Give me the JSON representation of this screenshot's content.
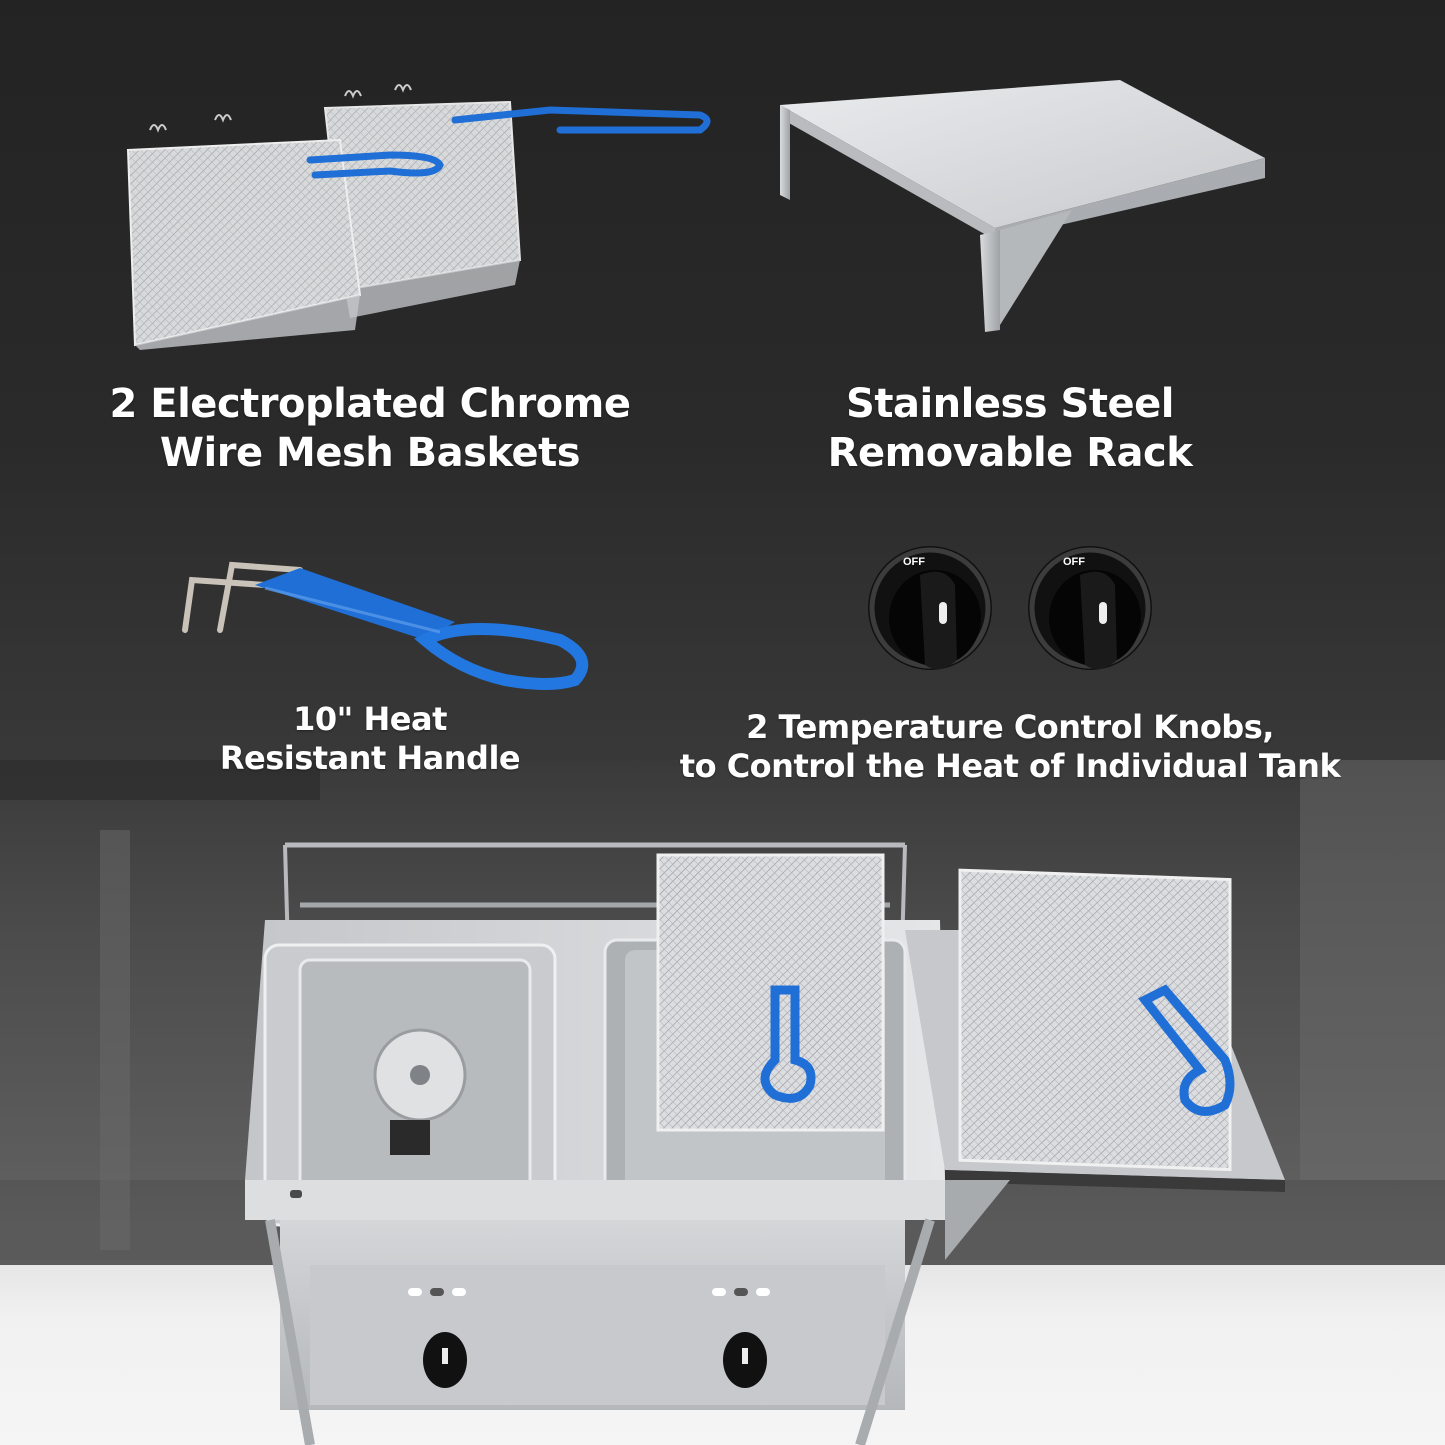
{
  "features": [
    {
      "id": "baskets",
      "caption_lines": [
        "2 Electroplated Chrome",
        "Wire Mesh Baskets"
      ],
      "icon": "wire-mesh-basket-icon"
    },
    {
      "id": "rack",
      "caption_lines": [
        "Stainless Steel",
        "Removable Rack"
      ],
      "icon": "stainless-rack-icon"
    },
    {
      "id": "handle",
      "caption_lines": [
        "10\" Heat",
        "Resistant Handle"
      ],
      "icon": "blue-handle-icon"
    },
    {
      "id": "knobs",
      "caption_lines": [
        "2 Temperature Control Knobs,",
        "to Control the Heat of Individual Tank"
      ],
      "icon": "control-knob-icon",
      "knob_label": "OFF",
      "knob_count": 2
    }
  ],
  "product": {
    "name": "double tank fryer with stand",
    "components": [
      "lidded tank",
      "open tank with basket",
      "side rack with basket",
      "front control knobs"
    ]
  },
  "colors": {
    "background_dark": "#232323",
    "caption_text": "#ffffff",
    "handle_blue": "#1f6fd6",
    "steel": "#c9cbcd",
    "floor": "#f1f1f1"
  }
}
